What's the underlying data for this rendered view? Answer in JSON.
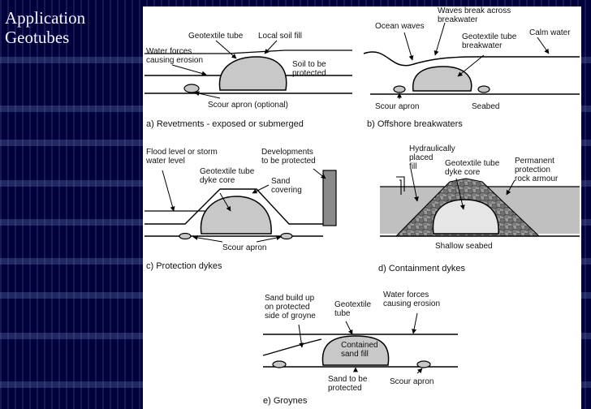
{
  "slide": {
    "title_lines": [
      "Application",
      "Geotubes"
    ]
  },
  "panels": {
    "a": {
      "caption": "a) Revetments - exposed or submerged",
      "labels": [
        "Geotextile tube",
        "Local soil fill",
        "Water forces",
        "causing erosion",
        "Soil to be",
        "protected",
        "Scour apron (optional)"
      ]
    },
    "b": {
      "caption": "b) Offshore breakwaters",
      "labels": [
        "Waves break across",
        "breakwater",
        "Ocean waves",
        "Geotextile tube",
        "breakwater",
        "Calm water",
        "Scour apron",
        "Seabed"
      ]
    },
    "c": {
      "caption": "c) Protection dykes",
      "labels": [
        "Flood level or storm",
        "water level",
        "Developments",
        "to be protected",
        "Geotextile tube",
        "dyke core",
        "Sand",
        "covering",
        "Scour apron"
      ]
    },
    "d": {
      "caption": "d) Containment dykes",
      "labels": [
        "Hydraulically",
        "placed",
        "fill",
        "Geotextile tube",
        "dyke core",
        "Permanent",
        "protection",
        "rock armour",
        "Shallow seabed"
      ]
    },
    "e": {
      "caption": "e) Groynes",
      "labels": [
        "Sand build up",
        "on protected",
        "side of groyne",
        "Geotextile",
        "tube",
        "Water forces",
        "causing erosion",
        "Contained",
        "sand fill",
        "Sand to be",
        "protected",
        "Scour apron"
      ]
    }
  },
  "colors": {
    "background": "#00003a",
    "tube_fill": "#c8c8c8",
    "figure_bg": "#ffffff"
  }
}
